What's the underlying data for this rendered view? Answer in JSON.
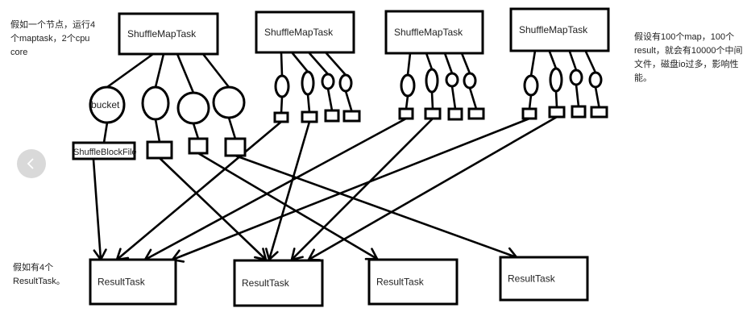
{
  "notes": {
    "top_left": "假如一个节点，运行4\n个maptask，2个cpu\ncore",
    "top_right": "假设有100个map，100个\nresult，就会有10000个中间\n文件，磁盘io过多，影响性\n能。",
    "bottom_left": "假如有4个\nResultTask。"
  },
  "nav": {
    "back_icon": "chevron-left-icon"
  },
  "diagram": {
    "map_tasks": [
      {
        "label": "ShuffleMapTask"
      },
      {
        "label": "ShuffleMapTask"
      },
      {
        "label": "ShuffleMapTask"
      },
      {
        "label": "ShuffleMapTask"
      }
    ],
    "bucket_label": "bucket",
    "block_file_label": "ShuffleBlockFile",
    "result_tasks": [
      {
        "label": "ResultTask"
      },
      {
        "label": "ResultTask"
      },
      {
        "label": "ResultTask"
      },
      {
        "label": "ResultTask"
      }
    ],
    "connections": [
      {
        "from_map": 0,
        "bucket": 0,
        "to_result": 0
      },
      {
        "from_map": 0,
        "bucket": 1,
        "to_result": 1
      },
      {
        "from_map": 0,
        "bucket": 2,
        "to_result": 2
      },
      {
        "from_map": 0,
        "bucket": 3,
        "to_result": 3
      },
      {
        "from_map": 1,
        "bucket": 0,
        "to_result": 0
      },
      {
        "from_map": 1,
        "bucket": 1,
        "to_result": 1
      },
      {
        "from_map": 2,
        "bucket": 0,
        "to_result": 0
      },
      {
        "from_map": 2,
        "bucket": 1,
        "to_result": 1
      },
      {
        "from_map": 3,
        "bucket": 0,
        "to_result": 0
      },
      {
        "from_map": 3,
        "bucket": 1,
        "to_result": 1
      }
    ]
  }
}
